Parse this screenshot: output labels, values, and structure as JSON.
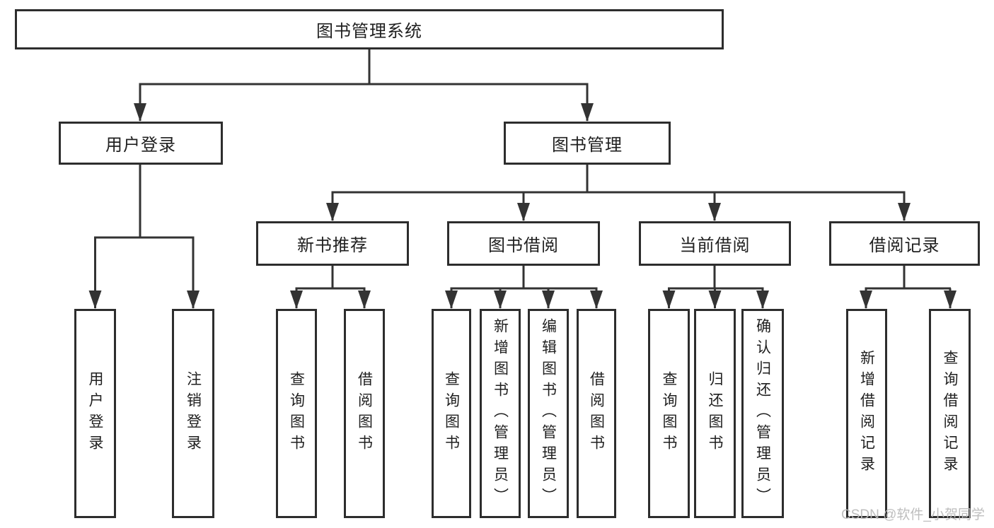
{
  "nodes": {
    "root": "图书管理系统",
    "user_login": "用户登录",
    "book_mgmt": "图书管理",
    "new_book_rec": "新书推荐",
    "book_borrow": "图书借阅",
    "current_borrow": "当前借阅",
    "borrow_record": "借阅记录",
    "leaf_login": "用户登录",
    "leaf_logout": "注销登录",
    "rec_query_book": "查询图书",
    "rec_borrow_book": "借阅图书",
    "bor_query_book": "查询图书",
    "bor_add_book": "新增图书（管理员）",
    "bor_edit_book": "编辑图书（管理员）",
    "bor_borrow_book": "借阅图书",
    "cur_query_book": "查询图书",
    "cur_return_book": "归还图书",
    "cur_confirm_return": "确认归还（管理员）",
    "hist_add_record": "新增借阅记录",
    "hist_query_record": "查询借阅记录"
  },
  "structure": {
    "root": "图书管理系统",
    "children": [
      {
        "label": "用户登录",
        "children": [
          "用户登录",
          "注销登录"
        ]
      },
      {
        "label": "图书管理",
        "children": [
          {
            "label": "新书推荐",
            "children": [
              "查询图书",
              "借阅图书"
            ]
          },
          {
            "label": "图书借阅",
            "children": [
              "查询图书",
              "新增图书（管理员）",
              "编辑图书（管理员）",
              "借阅图书"
            ]
          },
          {
            "label": "当前借阅",
            "children": [
              "查询图书",
              "归还图书",
              "确认归还（管理员）"
            ]
          },
          {
            "label": "借阅记录",
            "children": [
              "新增借阅记录",
              "查询借阅记录"
            ]
          }
        ]
      }
    ]
  },
  "watermark": {
    "text": "CSDN @软件_小贺同学",
    "color": "#bababa"
  },
  "colors": {
    "background": "#ffffff",
    "box_border": "#2d2d2d",
    "connector": "#333333",
    "text": "#1f1f1f"
  }
}
